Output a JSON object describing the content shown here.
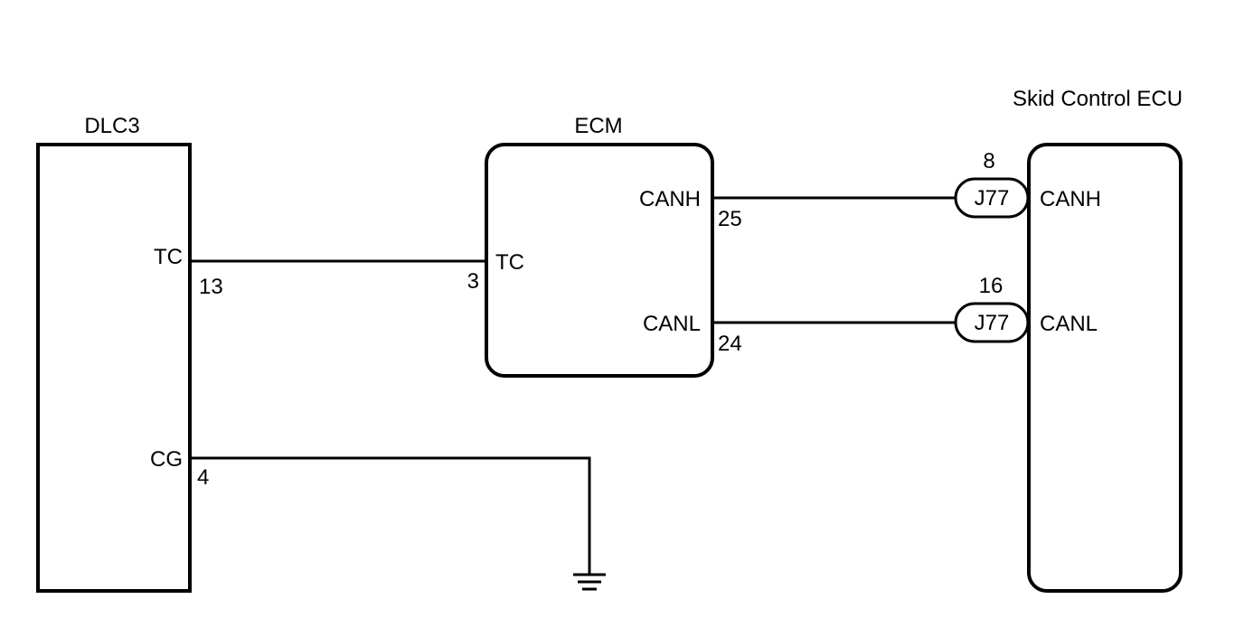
{
  "components": {
    "dlc3": {
      "title": "DLC3",
      "tc_label": "TC",
      "tc_pin": "13",
      "cg_label": "CG",
      "cg_pin": "4"
    },
    "ecm": {
      "title": "ECM",
      "tc_label": "TC",
      "tc_pin": "3",
      "canh_label": "CANH",
      "canh_pin": "25",
      "canl_label": "CANL",
      "canl_pin": "24"
    },
    "skid": {
      "title": "Skid Control ECU",
      "canh_label": "CANH",
      "canh_pin": "8",
      "canl_label": "CANL",
      "canl_pin": "16"
    }
  },
  "connectors": {
    "j77_canh": "J77",
    "j77_canl": "J77"
  }
}
